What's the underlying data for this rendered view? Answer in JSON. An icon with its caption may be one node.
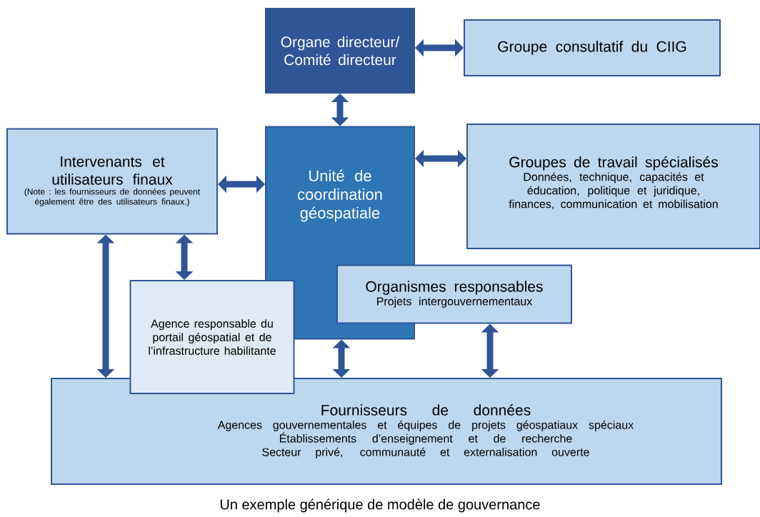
{
  "diagram": {
    "caption": "Un exemple générique de modèle de gouvernance",
    "nodes": [
      {
        "text": [
          "Organe directeur/ Comité directeur"
        ]
      },
      {
        "text": [
          "Groupe consultatif du CIIG"
        ]
      },
      {
        "text": [
          "Intervenants et utilisateurs finaux",
          "(Note : les fournisseurs de données peuvent également être des utilisateurs finaux.)"
        ]
      },
      {
        "text": [
          "Unité de coordination géospatiale"
        ]
      },
      {
        "text": [
          "Groupes de travail spécialisés",
          "Données, technique, capacités et éducation, politique et juridique, finances, communication et mobilisation"
        ]
      },
      {
        "text": [
          "Agence responsable du portail géospatial et de l’infrastructure habilitante"
        ]
      },
      {
        "text": [
          "Organismes responsables",
          "Projets intergouvernementaux"
        ]
      },
      {
        "text": [
          "Fournisseurs de données",
          "Agences gouvernementales et équipes de projets géospatiaux spéciaux",
          "Établissements d’enseignement et de recherche",
          "Secteur privé, communauté et externalisation ouverte"
        ]
      }
    ],
    "edges": [
      {
        "from": 0,
        "to": 1,
        "arrow": "both"
      },
      {
        "from": 0,
        "to": 3,
        "arrow": "both"
      },
      {
        "from": 2,
        "to": 3,
        "arrow": "both"
      },
      {
        "from": 3,
        "to": 4,
        "arrow": "both"
      },
      {
        "from": 2,
        "to": 5,
        "arrow": "both"
      },
      {
        "from": 2,
        "to": 7,
        "arrow": "both"
      },
      {
        "from": 3,
        "to": 7,
        "arrow": "both"
      },
      {
        "from": 6,
        "to": 7,
        "arrow": "both"
      }
    ]
  }
}
